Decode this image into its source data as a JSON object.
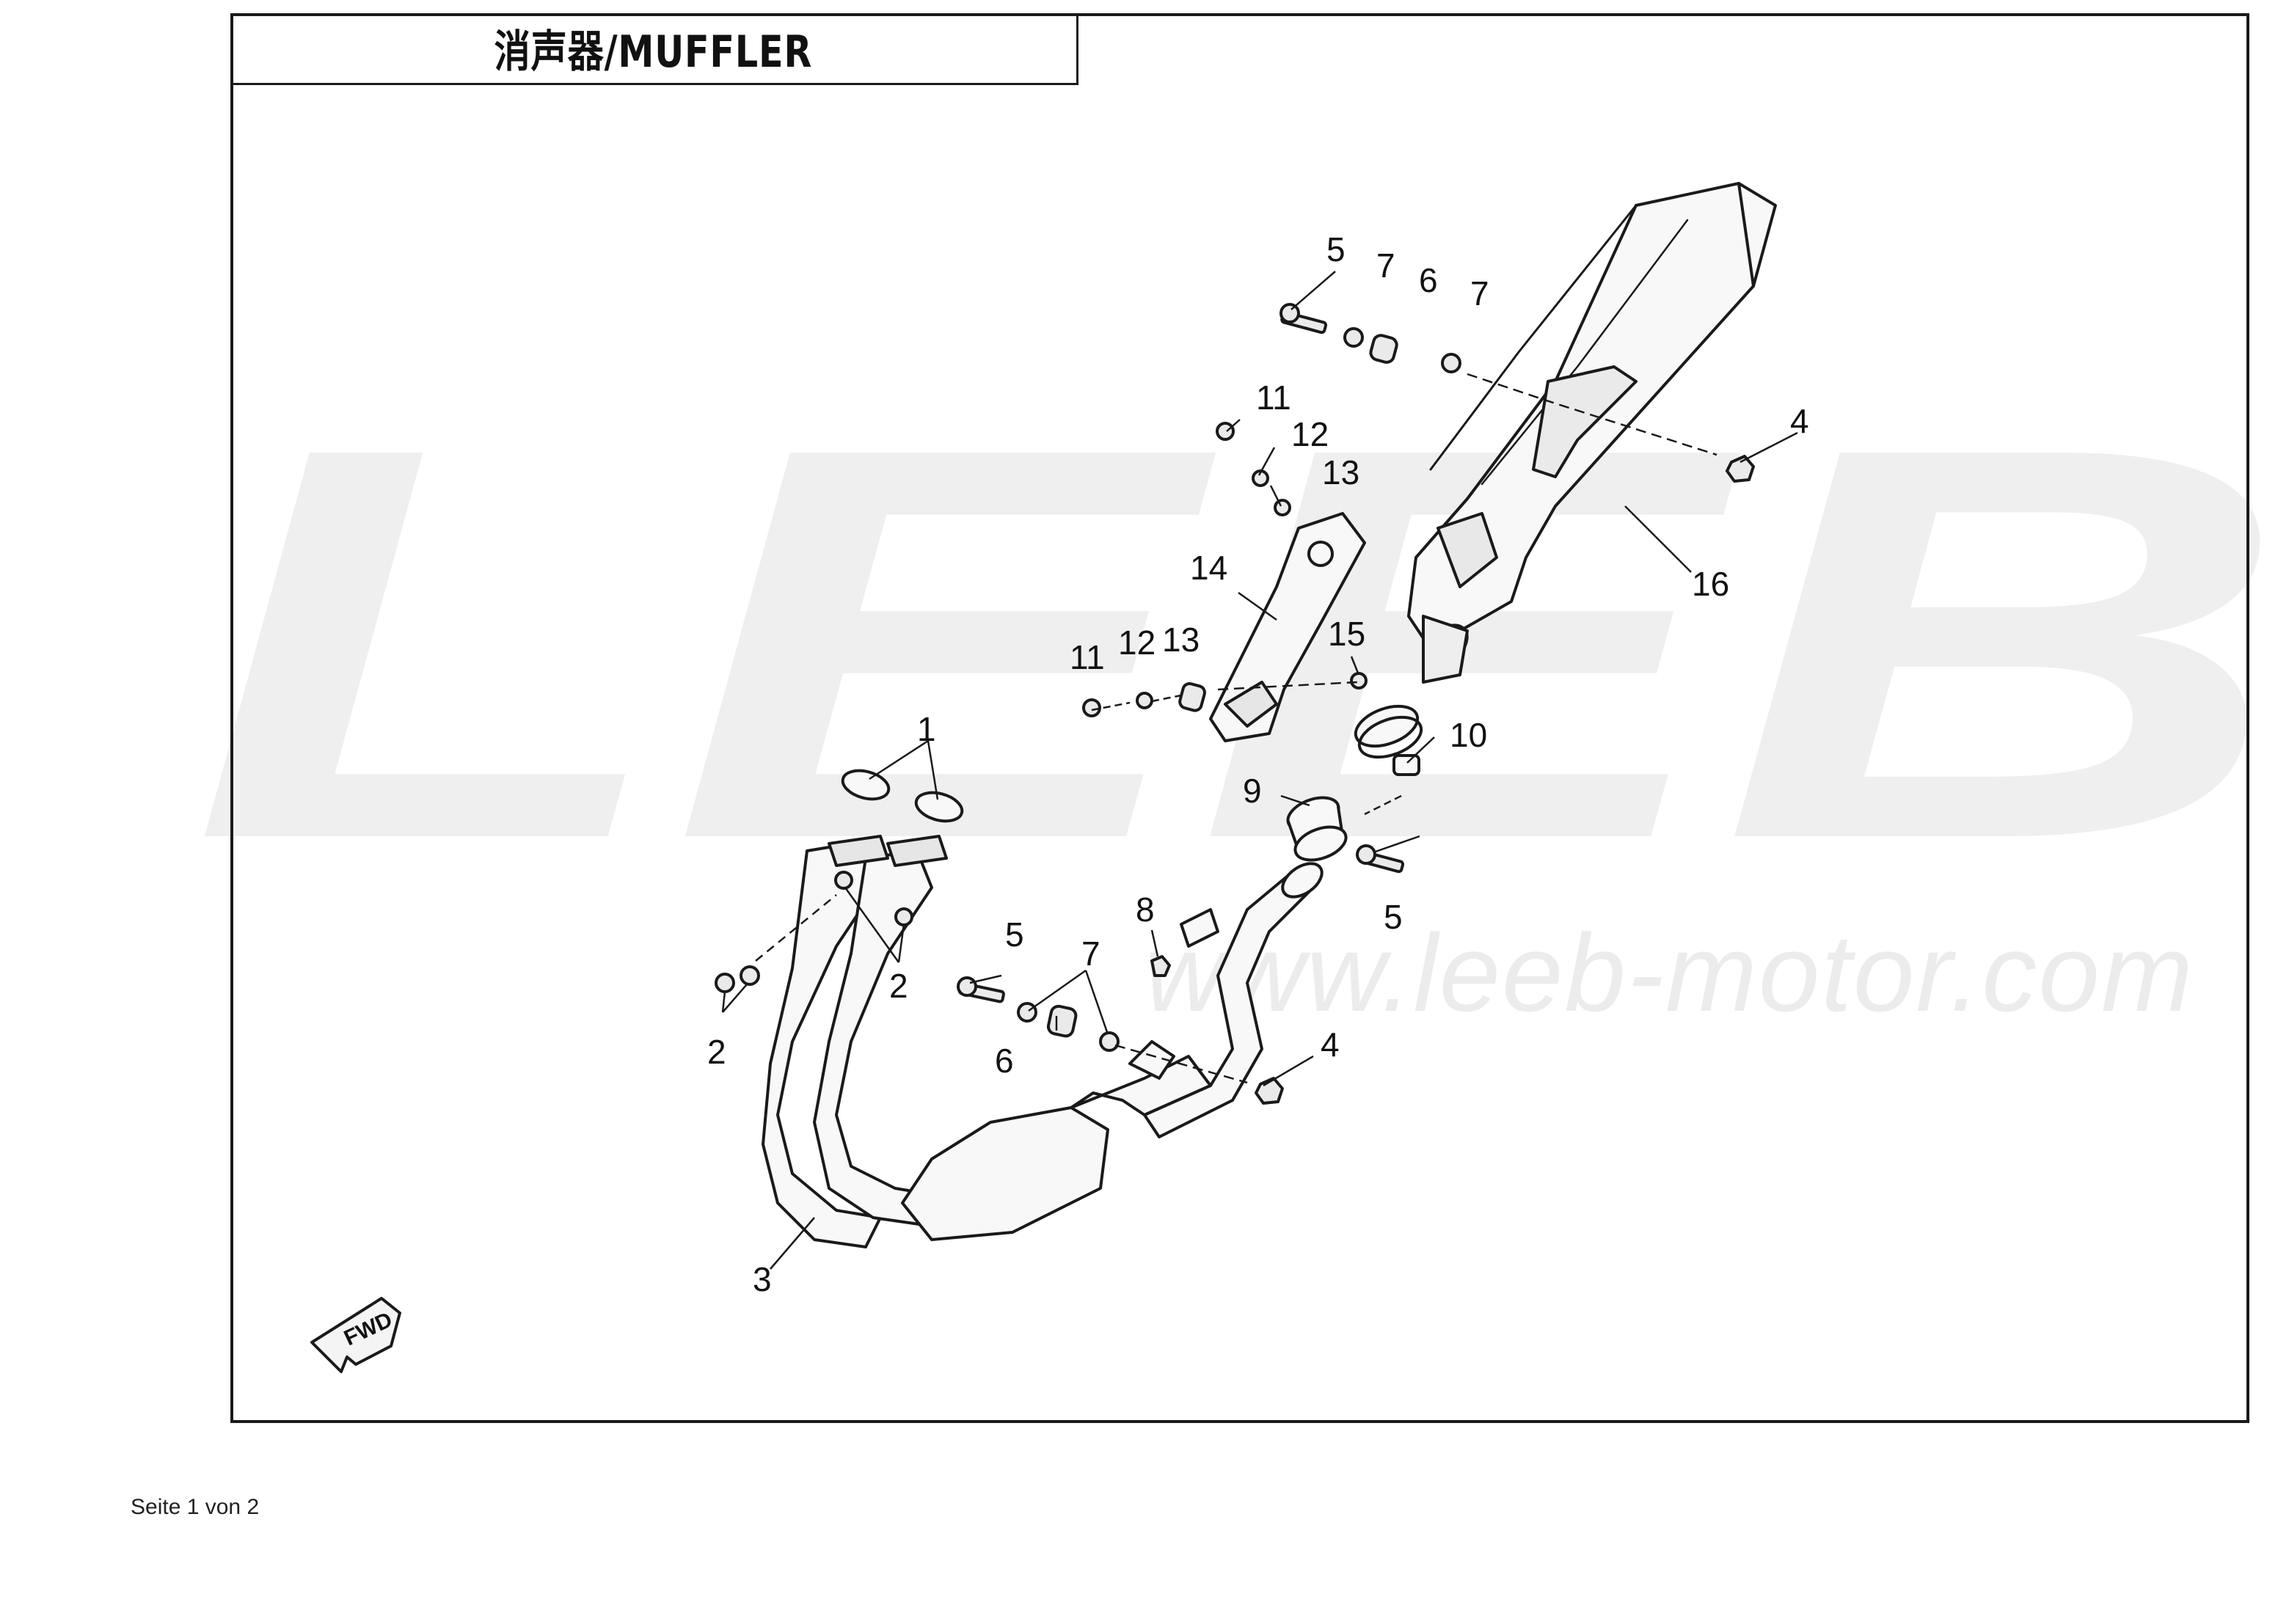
{
  "diagram": {
    "title": "消声器/MUFFLER",
    "watermark_text": "LEEB",
    "watermark_url": "www.leeb-motor.com",
    "forward_marker": "FWD"
  },
  "callouts": [
    {
      "id": "c1",
      "label": "1"
    },
    {
      "id": "c2a",
      "label": "2"
    },
    {
      "id": "c2b",
      "label": "2"
    },
    {
      "id": "c3",
      "label": "3"
    },
    {
      "id": "c4a",
      "label": "4"
    },
    {
      "id": "c4b",
      "label": "4"
    },
    {
      "id": "c5a",
      "label": "5"
    },
    {
      "id": "c5b",
      "label": "5"
    },
    {
      "id": "c5c",
      "label": "5"
    },
    {
      "id": "c6a",
      "label": "6"
    },
    {
      "id": "c6b",
      "label": "6"
    },
    {
      "id": "c7a",
      "label": "7"
    },
    {
      "id": "c7b",
      "label": "7"
    },
    {
      "id": "c7c",
      "label": "7"
    },
    {
      "id": "c8",
      "label": "8"
    },
    {
      "id": "c9",
      "label": "9"
    },
    {
      "id": "c10",
      "label": "10"
    },
    {
      "id": "c11a",
      "label": "11"
    },
    {
      "id": "c11b",
      "label": "11"
    },
    {
      "id": "c12a",
      "label": "12"
    },
    {
      "id": "c12b",
      "label": "12"
    },
    {
      "id": "c13a",
      "label": "13"
    },
    {
      "id": "c13b",
      "label": "13"
    },
    {
      "id": "c14",
      "label": "14"
    },
    {
      "id": "c15",
      "label": "15"
    },
    {
      "id": "c16",
      "label": "16"
    }
  ],
  "footer": {
    "page_text": "Seite 1 von 2"
  },
  "colors": {
    "line": "#1a1a1a",
    "watermark": "#eeeeee",
    "part_fill": "#f7f7f7",
    "part_shade": "#d8d8d8"
  }
}
